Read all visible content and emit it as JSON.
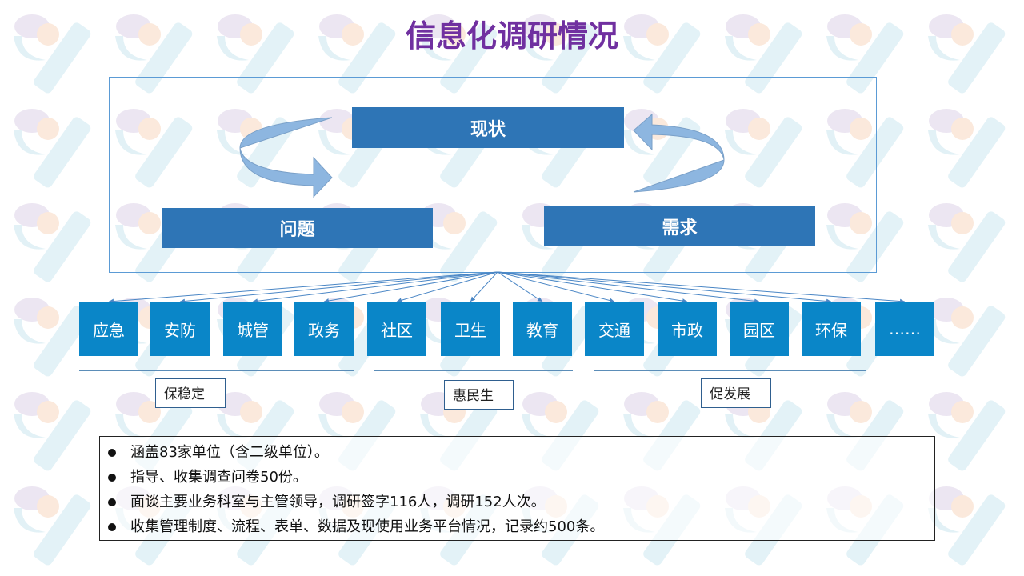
{
  "title": "信息化调研情况",
  "cycle": {
    "top": "现状",
    "left": "问题",
    "right": "需求"
  },
  "categories": [
    "应急",
    "安防",
    "城管",
    "政务",
    "社区",
    "卫生",
    "教育",
    "交通",
    "市政",
    "园区",
    "环保",
    "……"
  ],
  "groups": [
    "保稳定",
    "惠民生",
    "促发展"
  ],
  "bullets": [
    "涵盖83家单位（含二级单位）。",
    "指导、收集调查问卷50份。",
    "面谈主要业务科室与主管领导，调研签字116人，调研152人次。",
    "收集管理制度、流程、表单、数据及现使用业务平台情况，记录约500条。"
  ],
  "colors": {
    "title": "#7030A0",
    "box": "#2E75B6",
    "category": "#0A86C8"
  }
}
